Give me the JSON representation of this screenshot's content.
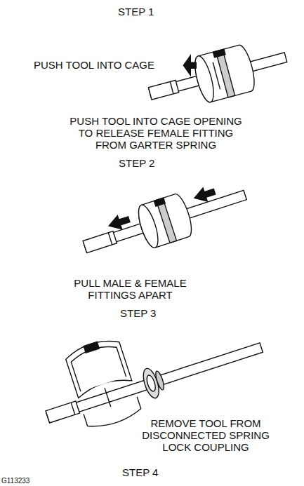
{
  "diagram": {
    "labels": [
      "STEP 1",
      "PUSH TOOL INTO CAGE",
      "PUSH TOOL INTO CAGE OPENING TO RELEASE FEMALE FITTING FROM GARTER SPRING",
      "STEP 2",
      "PULL MALE & FEMALE FITTINGS APART",
      "STEP 3",
      "REMOVE TOOL FROM DISCONNECTED SPRING LOCK COUPLING",
      "STEP 4",
      "G113233"
    ]
  }
}
